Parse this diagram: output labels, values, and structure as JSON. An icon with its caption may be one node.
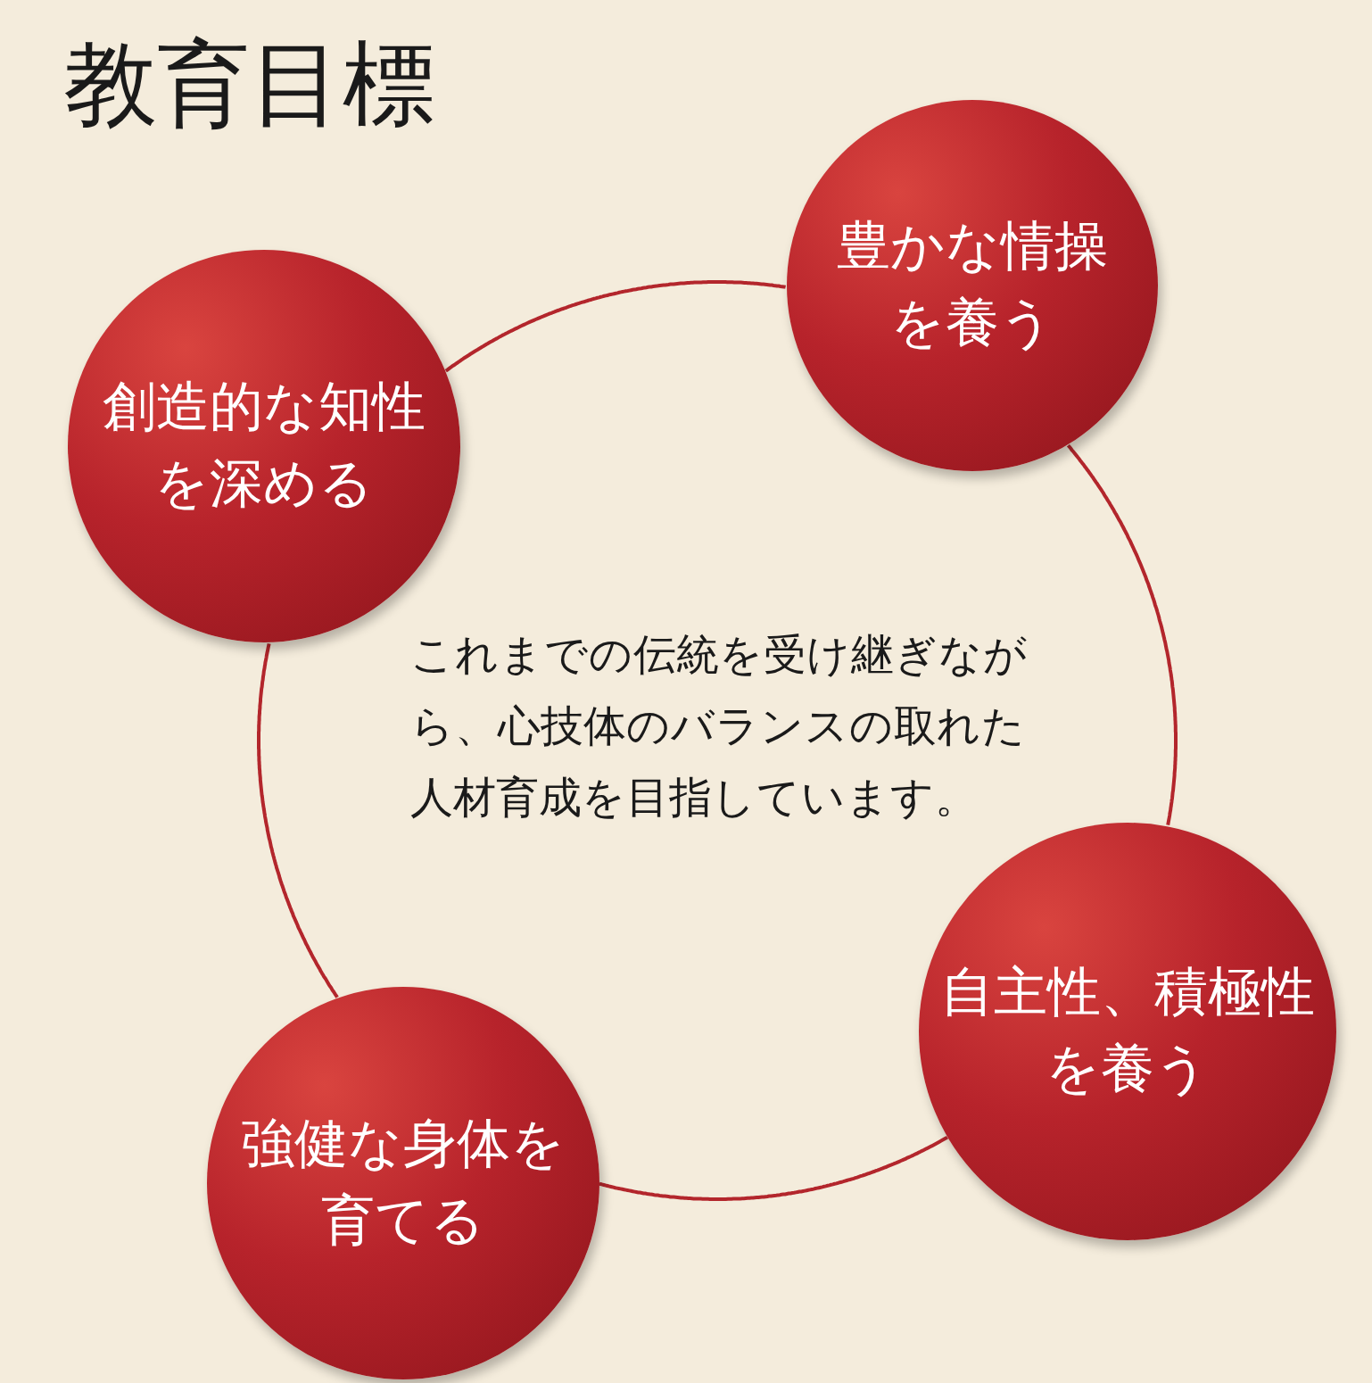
{
  "diagram": {
    "title": "教育目標",
    "nodes": [
      {
        "text": [
          "創造的な知性を深める"
        ]
      },
      {
        "text": [
          "豊かな情操を養う"
        ]
      },
      {
        "text": [
          "自主性、積極性を養う"
        ]
      },
      {
        "text": [
          "強健な身体を育てる"
        ]
      }
    ],
    "edges": [
      {
        "from": 0,
        "to": 1,
        "arrow": "none"
      },
      {
        "from": 1,
        "to": 2,
        "arrow": "none"
      },
      {
        "from": 2,
        "to": 3,
        "arrow": "none"
      },
      {
        "from": 3,
        "to": 0,
        "arrow": "none"
      }
    ],
    "labels": [
      "これまでの伝統を受け継ぎながら、心技体のバランスの取れた人材育成を目指しています。"
    ]
  }
}
